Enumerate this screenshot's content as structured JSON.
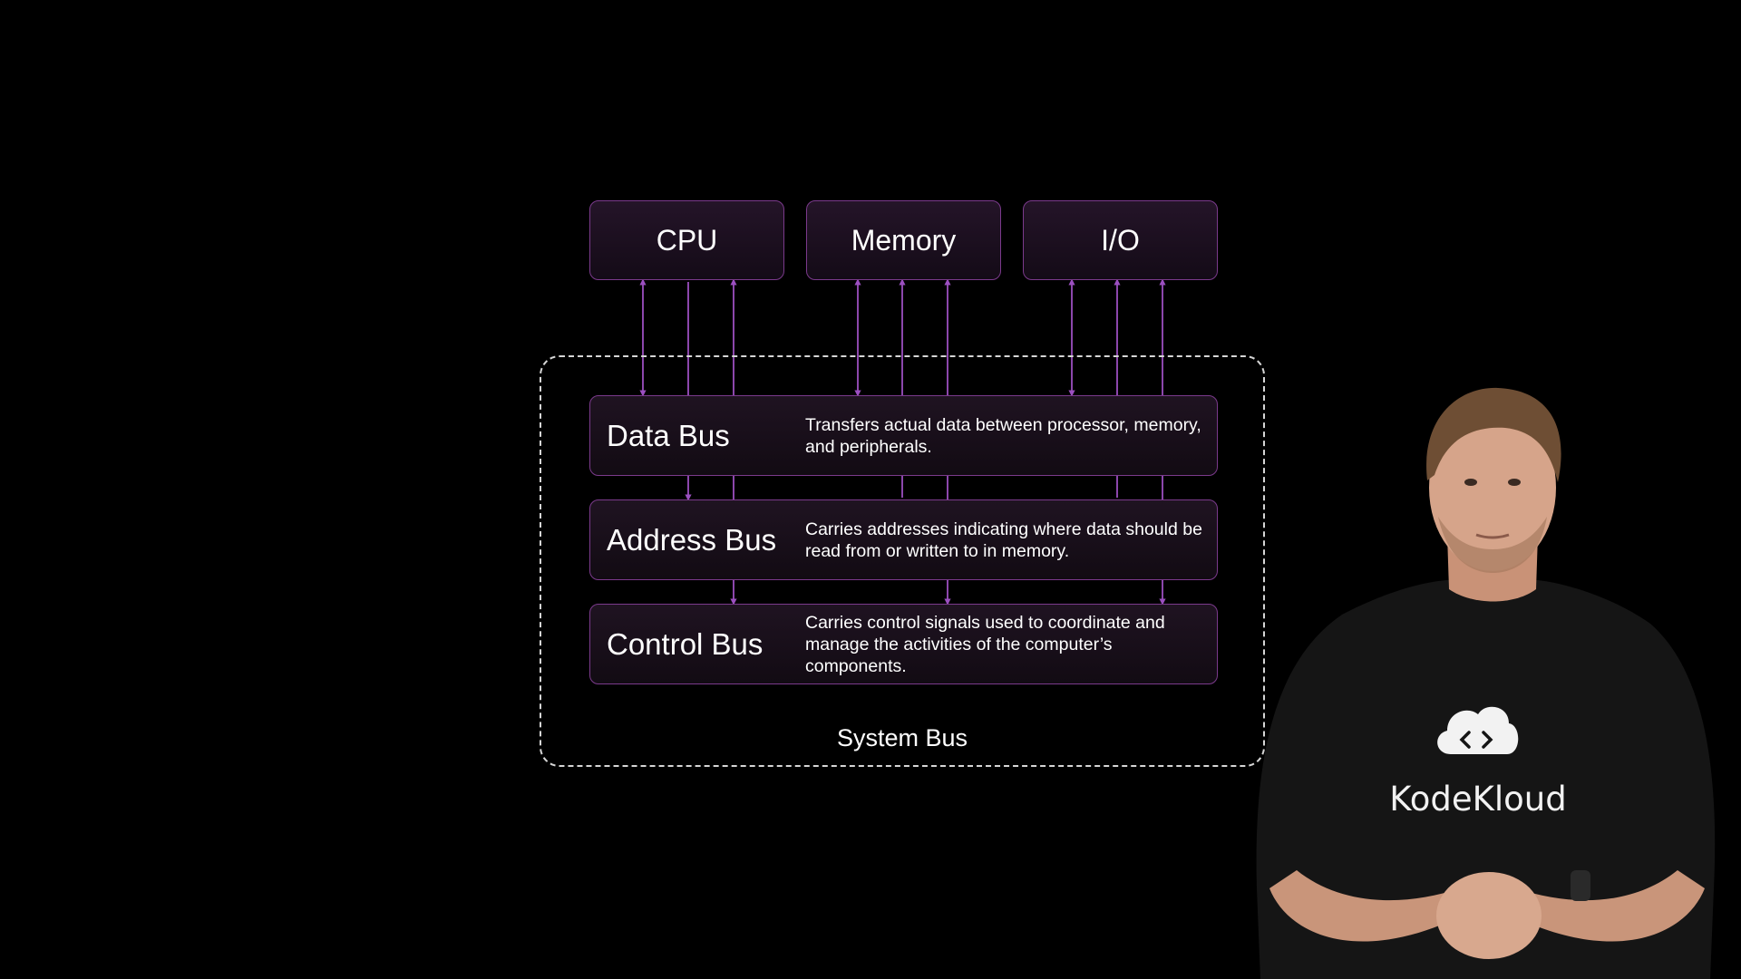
{
  "diagram": {
    "components": [
      "CPU",
      "Memory",
      "I/O"
    ],
    "buses": [
      {
        "name": "Data Bus",
        "description": "Transfers actual data between processor, memory, and peripherals."
      },
      {
        "name": "Address Bus",
        "description": "Carries addresses indicating where data should be read from or written to in memory."
      },
      {
        "name": "Control Bus",
        "description": "Carries control signals used to coordinate and manage the activities of the computer’s components."
      }
    ],
    "container_label": "System Bus"
  },
  "presenter": {
    "shirt_brand": "KodeKloud"
  },
  "colors": {
    "accent": "#9b4fc0",
    "box_border": "#7b3a8c",
    "dashed_border": "#d6d6d6",
    "background": "#000000"
  }
}
